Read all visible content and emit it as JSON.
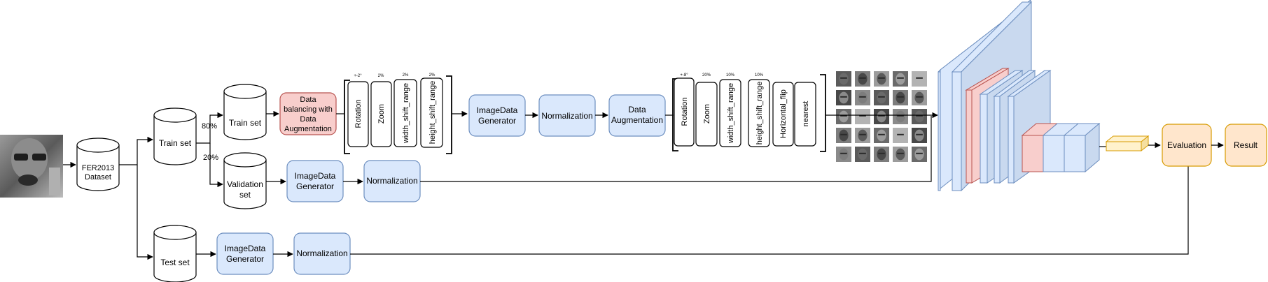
{
  "dataset": {
    "line1": "FER2013",
    "line2": "Dataset"
  },
  "splits": {
    "train": "Train set",
    "train_sub": "Train set",
    "validation_line1": "Validation",
    "validation_line2": "set",
    "test": "Test set",
    "pct_train": "80%",
    "pct_val": "20%"
  },
  "balancing": {
    "line1": "Data",
    "line2": "balancing with",
    "line3": "Data",
    "line4": "Augmentation"
  },
  "aug_group_1": [
    {
      "label": "Rotation",
      "value": "+-2°"
    },
    {
      "label": "Zoom",
      "value": "2%"
    },
    {
      "label": "width_shift_range",
      "value": "2%"
    },
    {
      "label": "height_shift_range",
      "value": "2%"
    }
  ],
  "aug_group_2": [
    {
      "label": "Rotation",
      "value": "+-8°"
    },
    {
      "label": "Zoom",
      "value": "20%"
    },
    {
      "label": "width_shift_range",
      "value": "10%"
    },
    {
      "label": "height_shift_range",
      "value": "10%"
    },
    {
      "label": "Horizontal_flip",
      "value": ""
    },
    {
      "label": "nearest",
      "value": ""
    }
  ],
  "blocks": {
    "imagedata_line1": "ImageData",
    "imagedata_line2": "Generator",
    "normalization": "Normalization",
    "augmentation_line1": "Data",
    "augmentation_line2": "Augmentation"
  },
  "evaluation": "Evaluation",
  "result": "Result",
  "colors": {
    "blue_fill": "#dae8fc",
    "blue_stroke": "#6c8ebf",
    "red_fill": "#f8cecc",
    "red_stroke": "#b85450",
    "orange_fill": "#ffe6cc",
    "orange_stroke": "#d79b00",
    "yellow_fill": "#fff2cc"
  }
}
